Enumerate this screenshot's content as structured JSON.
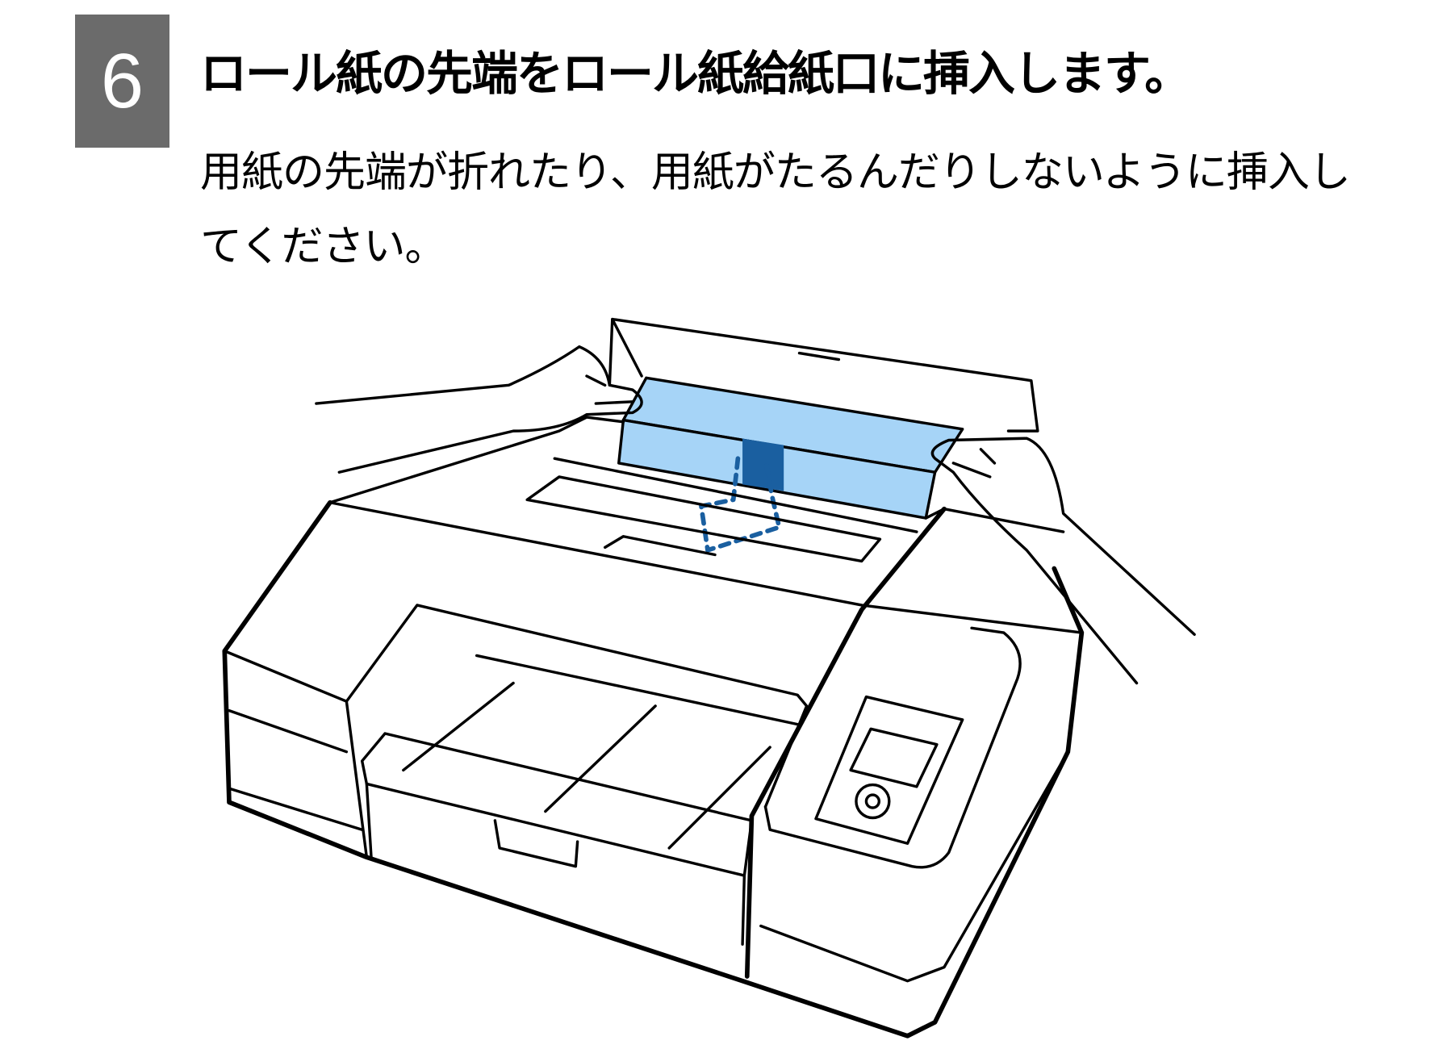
{
  "step": {
    "number": "6",
    "title": "ロール紙の先端をロール紙給紙口に挿入します。",
    "description": "用紙の先端が折れたり、用紙がたるんだりしないように挿入してください。"
  },
  "illustration": {
    "subject": "printer-roll-paper-insertion",
    "colors": {
      "paper": "#a6d4f7",
      "arrow": "#1a5fa0",
      "outline": "#000000",
      "step_box": "#6b6b6b"
    }
  }
}
